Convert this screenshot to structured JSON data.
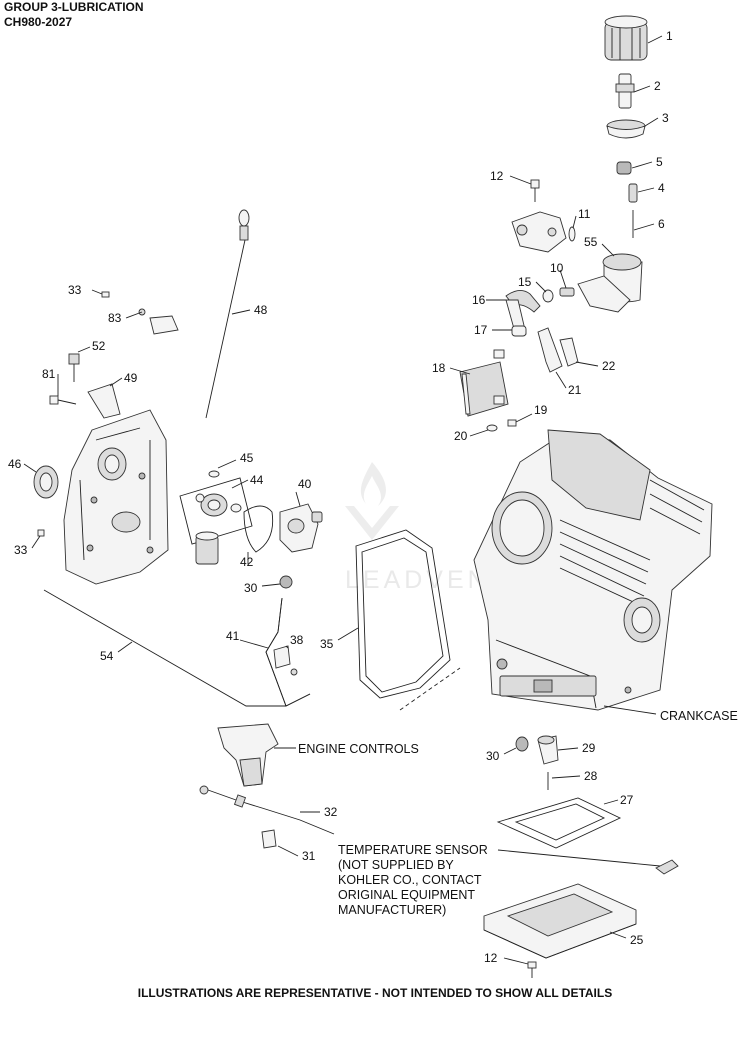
{
  "header": {
    "group": "GROUP 3-LUBRICATION",
    "model": "CH980-2027"
  },
  "footer": {
    "note": "ILLUSTRATIONS ARE REPRESENTATIVE - NOT INTENDED TO SHOW ALL DETAILS"
  },
  "watermark": {
    "text": "LEADVENTURE"
  },
  "callouts": [
    {
      "id": "c1",
      "label": "1"
    },
    {
      "id": "c2",
      "label": "2"
    },
    {
      "id": "c3",
      "label": "3"
    },
    {
      "id": "c5",
      "label": "5"
    },
    {
      "id": "c4",
      "label": "4"
    },
    {
      "id": "c6",
      "label": "6"
    },
    {
      "id": "c12a",
      "label": "12"
    },
    {
      "id": "c11",
      "label": "11"
    },
    {
      "id": "c55",
      "label": "55"
    },
    {
      "id": "c10",
      "label": "10"
    },
    {
      "id": "c15",
      "label": "15"
    },
    {
      "id": "c16",
      "label": "16"
    },
    {
      "id": "c17",
      "label": "17"
    },
    {
      "id": "c22",
      "label": "22"
    },
    {
      "id": "c21",
      "label": "21"
    },
    {
      "id": "c18",
      "label": "18"
    },
    {
      "id": "c19",
      "label": "19"
    },
    {
      "id": "c20",
      "label": "20"
    },
    {
      "id": "c48",
      "label": "48"
    },
    {
      "id": "c33a",
      "label": "33"
    },
    {
      "id": "c83",
      "label": "83"
    },
    {
      "id": "c52",
      "label": "52"
    },
    {
      "id": "c81",
      "label": "81"
    },
    {
      "id": "c49",
      "label": "49"
    },
    {
      "id": "c46",
      "label": "46"
    },
    {
      "id": "c33b",
      "label": "33"
    },
    {
      "id": "c45",
      "label": "45"
    },
    {
      "id": "c44",
      "label": "44"
    },
    {
      "id": "c40",
      "label": "40"
    },
    {
      "id": "c42",
      "label": "42"
    },
    {
      "id": "c30a",
      "label": "30"
    },
    {
      "id": "c41",
      "label": "41"
    },
    {
      "id": "c38",
      "label": "38"
    },
    {
      "id": "c35",
      "label": "35"
    },
    {
      "id": "c54",
      "label": "54"
    },
    {
      "id": "c32",
      "label": "32"
    },
    {
      "id": "c31",
      "label": "31"
    },
    {
      "id": "c30b",
      "label": "30"
    },
    {
      "id": "c29",
      "label": "29"
    },
    {
      "id": "c28",
      "label": "28"
    },
    {
      "id": "c27",
      "label": "27"
    },
    {
      "id": "c25",
      "label": "25"
    },
    {
      "id": "c12b",
      "label": "12"
    }
  ],
  "labels": {
    "crankcase": "CRANKCASE",
    "engine_controls": "ENGINE CONTROLS",
    "temp_sensor": [
      "TEMPERATURE SENSOR",
      "(NOT SUPPLIED BY",
      "KOHLER CO., CONTACT",
      "ORIGINAL EQUIPMENT",
      "MANUFACTURER)"
    ]
  }
}
